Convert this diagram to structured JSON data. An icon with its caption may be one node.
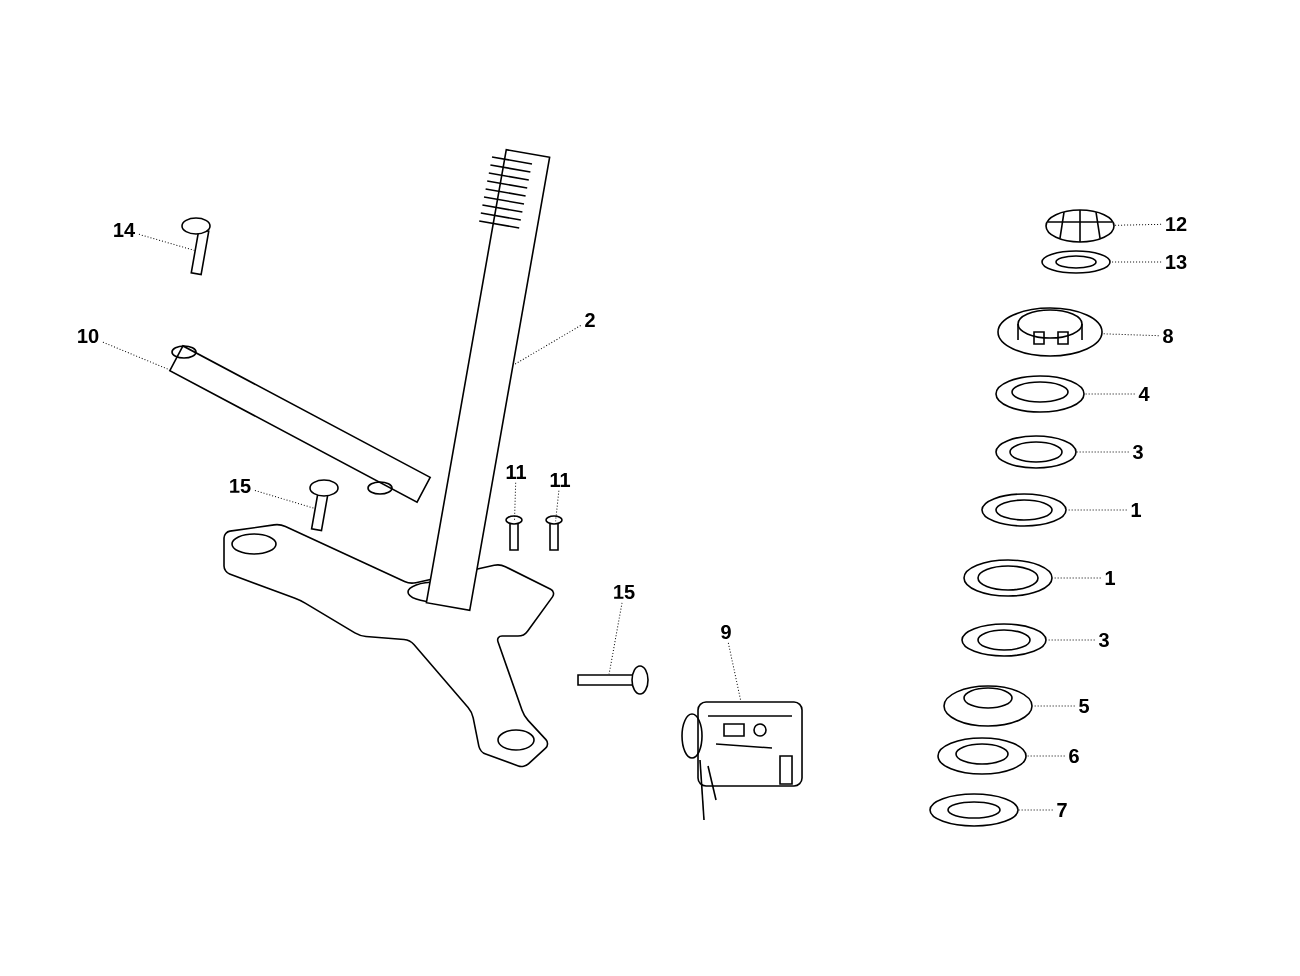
{
  "diagram": {
    "nodes": [
      {
        "text": [
          "14"
        ]
      },
      {
        "text": [],
        "shape": "picture"
      },
      {
        "text": [
          "10"
        ]
      },
      {
        "text": [],
        "shape": "picture"
      },
      {
        "text": [
          "2"
        ]
      },
      {
        "text": [],
        "shape": "picture"
      },
      {
        "text": [
          "15"
        ]
      },
      {
        "text": [],
        "shape": "picture"
      },
      {
        "text": [
          "11"
        ]
      },
      {
        "text": [],
        "shape": "picture"
      },
      {
        "text": [
          "11"
        ]
      },
      {
        "text": [],
        "shape": "picture"
      },
      {
        "text": [
          "15"
        ]
      },
      {
        "text": [],
        "shape": "picture"
      },
      {
        "text": [
          "9"
        ]
      },
      {
        "text": [],
        "shape": "picture"
      },
      {
        "text": [
          "12"
        ]
      },
      {
        "text": [],
        "shape": "picture"
      },
      {
        "text": [
          "13"
        ]
      },
      {
        "text": [],
        "shape": "picture"
      },
      {
        "text": [
          "8"
        ]
      },
      {
        "text": [],
        "shape": "picture"
      },
      {
        "text": [
          "4"
        ]
      },
      {
        "text": [],
        "shape": "picture"
      },
      {
        "text": [
          "3"
        ]
      },
      {
        "text": [],
        "shape": "picture"
      },
      {
        "text": [
          "1"
        ]
      },
      {
        "text": [],
        "shape": "picture"
      },
      {
        "text": [
          "1"
        ]
      },
      {
        "text": [],
        "shape": "picture"
      },
      {
        "text": [
          "3"
        ]
      },
      {
        "text": [],
        "shape": "picture"
      },
      {
        "text": [
          "5"
        ]
      },
      {
        "text": [],
        "shape": "picture"
      },
      {
        "text": [
          "6"
        ]
      },
      {
        "text": [],
        "shape": "picture"
      },
      {
        "text": [
          "7"
        ]
      },
      {
        "text": [],
        "shape": "picture"
      }
    ],
    "edges": [
      {
        "from": 0,
        "to": 1,
        "arrow": "none"
      },
      {
        "from": 2,
        "to": 3,
        "arrow": "none"
      },
      {
        "from": 4,
        "to": 5,
        "arrow": "none"
      },
      {
        "from": 6,
        "to": 7,
        "arrow": "none"
      },
      {
        "from": 8,
        "to": 9,
        "arrow": "none"
      },
      {
        "from": 10,
        "to": 11,
        "arrow": "none"
      },
      {
        "from": 12,
        "to": 13,
        "arrow": "none"
      },
      {
        "from": 14,
        "to": 15,
        "arrow": "none"
      },
      {
        "from": 16,
        "to": 17,
        "arrow": "none"
      },
      {
        "from": 18,
        "to": 19,
        "arrow": "none"
      },
      {
        "from": 20,
        "to": 21,
        "arrow": "none"
      },
      {
        "from": 22,
        "to": 23,
        "arrow": "none"
      },
      {
        "from": 24,
        "to": 25,
        "arrow": "none"
      },
      {
        "from": 26,
        "to": 27,
        "arrow": "none"
      },
      {
        "from": 28,
        "to": 29,
        "arrow": "none"
      },
      {
        "from": 30,
        "to": 31,
        "arrow": "none"
      },
      {
        "from": 32,
        "to": 33,
        "arrow": "none"
      },
      {
        "from": 34,
        "to": 35,
        "arrow": "none"
      },
      {
        "from": 36,
        "to": 37,
        "arrow": "none"
      }
    ]
  }
}
